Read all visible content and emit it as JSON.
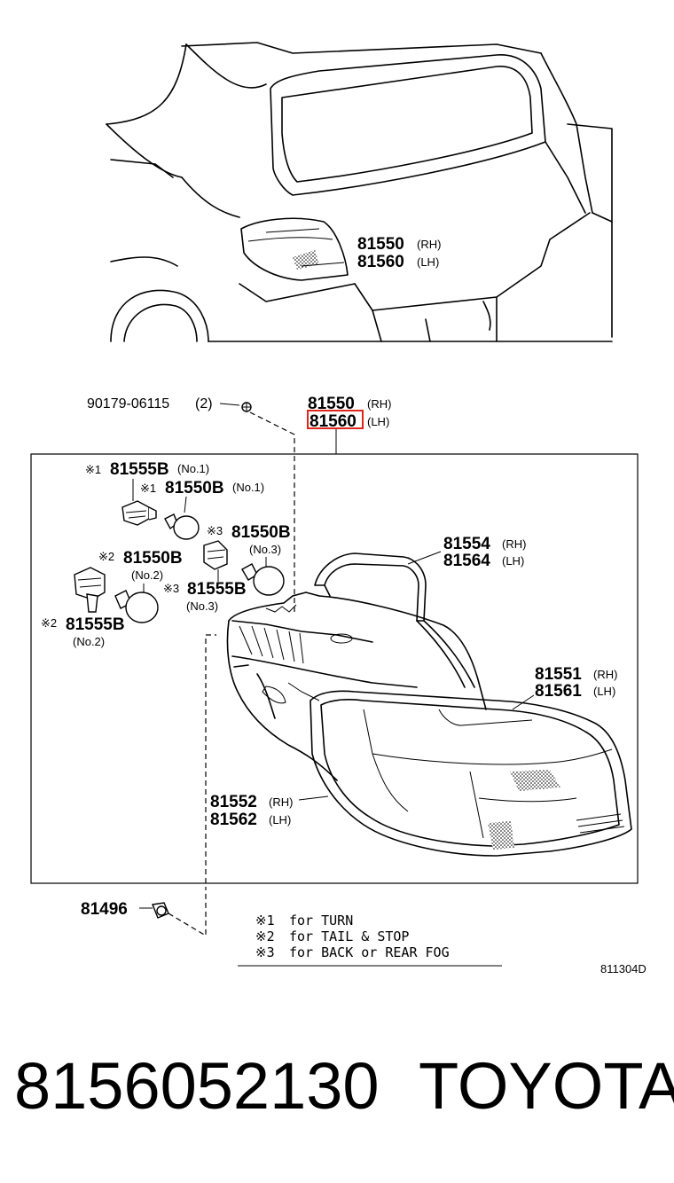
{
  "top_view": {
    "rh": {
      "number": "81550",
      "suffix": "(RH)"
    },
    "lh": {
      "number": "81560",
      "suffix": "(LH)"
    }
  },
  "assembly": {
    "bolt": {
      "number": "90179-06115",
      "qty": "(2)"
    },
    "rh": {
      "number": "81550",
      "suffix": "(RH)"
    },
    "lh": {
      "number": "81560",
      "suffix": "(LH)",
      "highlighted": true
    }
  },
  "sockets": {
    "s1": {
      "mark": "※1",
      "number": "81555B",
      "note": "(No.1)"
    },
    "b1": {
      "mark": "※1",
      "number": "81550B",
      "note": "(No.1)"
    },
    "b3": {
      "mark": "※3",
      "number": "81550B",
      "note": "(No.3)"
    },
    "b2": {
      "mark": "※2",
      "number": "81550B",
      "note": "(No.2)"
    },
    "s3": {
      "mark": "※3",
      "number": "81555B",
      "note": "(No.3)"
    },
    "s2": {
      "mark": "※2",
      "number": "81555B",
      "note": "(No.2)"
    }
  },
  "parts": {
    "gasket_rh": {
      "number": "81554",
      "suffix": "(RH)"
    },
    "gasket_lh": {
      "number": "81564",
      "suffix": "(LH)"
    },
    "lens_rh": {
      "number": "81551",
      "suffix": "(RH)"
    },
    "lens_lh": {
      "number": "81561",
      "suffix": "(LH)"
    },
    "housing_rh": {
      "number": "81552",
      "suffix": "(RH)"
    },
    "housing_lh": {
      "number": "81562",
      "suffix": "(LH)"
    },
    "clip": {
      "number": "81496"
    }
  },
  "notes": [
    {
      "mark": "※1",
      "text": "for TURN"
    },
    {
      "mark": "※2",
      "text": "for TAIL & STOP"
    },
    {
      "mark": "※3",
      "text": "for BACK or REAR FOG"
    }
  ],
  "figure_code": "811304D",
  "footer": {
    "part_number": "8156052130",
    "brand": "TOYOTA"
  },
  "colors": {
    "highlight": "#e0261c",
    "ink": "#000000",
    "background": "#ffffff"
  }
}
